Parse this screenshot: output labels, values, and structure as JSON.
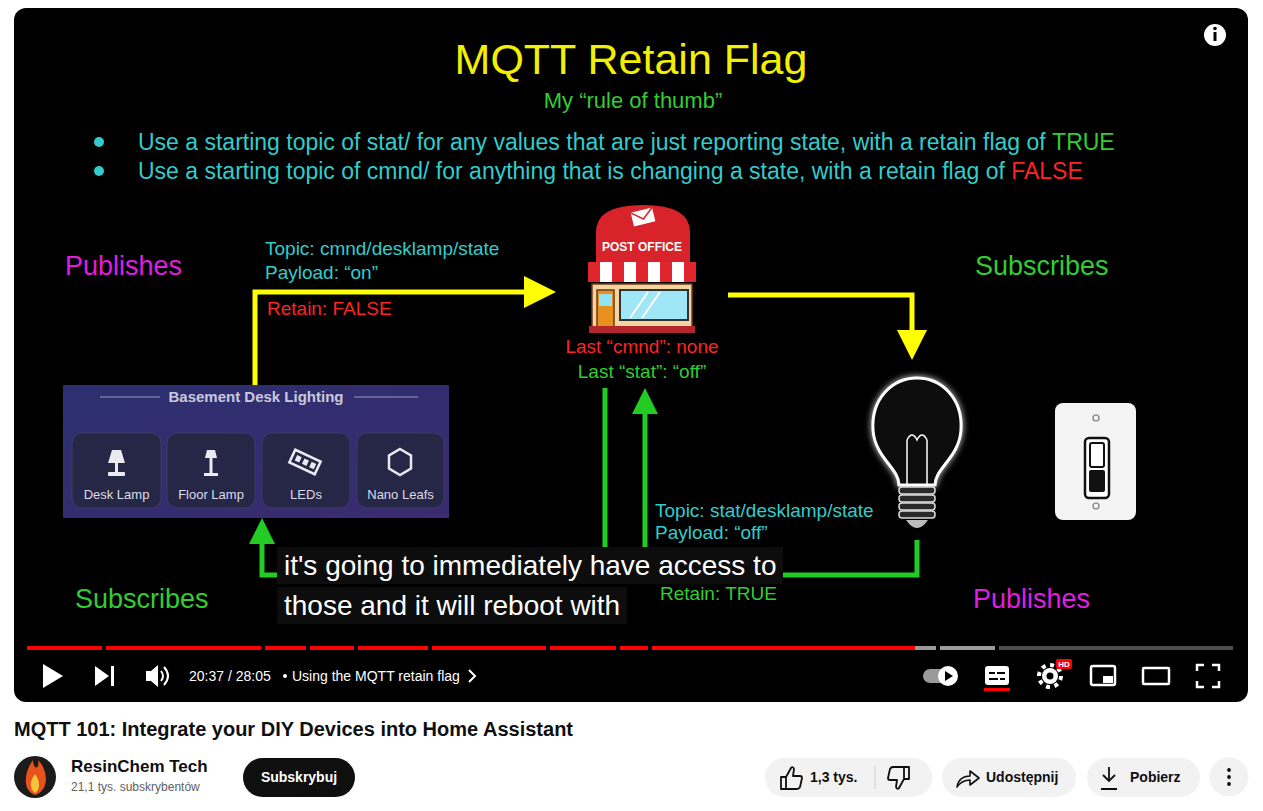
{
  "diagram": {
    "title": "MQTT Retain Flag",
    "nodes": [
      {
        "text": [
          "POST OFFICE",
          "Last “cmnd”: none",
          "Last “stat”: “off”"
        ]
      },
      {
        "text": [
          "Basement Desk Lighting"
        ]
      },
      {
        "text": [
          "Desk Lamp"
        ],
        "in": 1
      },
      {
        "text": [
          "Floor Lamp"
        ],
        "in": 1
      },
      {
        "text": [
          "LEDs"
        ],
        "in": 1
      },
      {
        "text": [
          "Nano Leafs"
        ],
        "in": 1
      },
      {
        "text": [
          "Subscribes",
          "Publishes"
        ]
      }
    ],
    "edges": [
      {
        "from": 1,
        "to": 0,
        "arrow": "to"
      },
      {
        "from": 0,
        "to": 6,
        "arrow": "to"
      },
      {
        "from": 6,
        "to": 0,
        "arrow": "to"
      },
      {
        "from": 0,
        "to": 1,
        "arrow": "to"
      }
    ],
    "labels": [
      "My “rule of thumb”",
      "Use a starting topic of stat/ for any values that are just reporting state, with a retain flag of",
      "TRUE",
      "Use a starting topic of cmnd/ for anything that is changing a state, with a retain flag of",
      "FALSE",
      "Publishes",
      "Topic: cmnd/desklamp/state",
      "Payload: “on”",
      "Retain: FALSE",
      "Subscribes",
      "Topic: stat/desklamp/state",
      "Payload: “off”",
      "Retain: TRUE",
      "it's going to immediately have access to those and it will reboot with",
      "20:37 / 28:05",
      "Using the MQTT retain flag",
      "HD",
      "MQTT 101: Integrate your DIY Devices into Home Assistant",
      "ResinChem Tech",
      "21,1 tys. subskrybentów",
      "Subskrybuj",
      "1,3 tys.",
      "Udostępnij",
      "Pobierz"
    ]
  }
}
